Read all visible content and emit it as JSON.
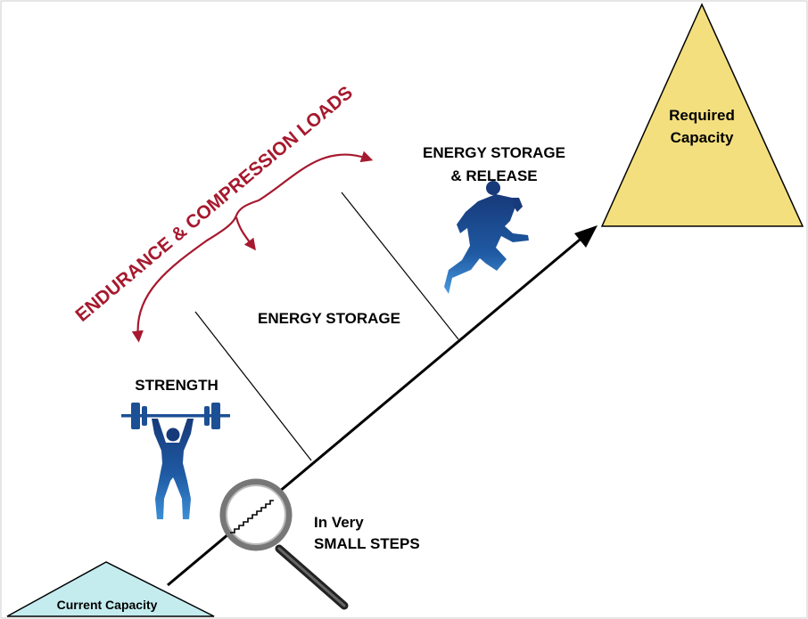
{
  "labels": {
    "required_capacity_line1": "Required",
    "required_capacity_line2": "Capacity",
    "current_capacity": "Current Capacity",
    "energy_storage_release_line1": "ENERGY STORAGE",
    "energy_storage_release_line2": "& RELEASE",
    "energy_storage": "ENERGY STORAGE",
    "strength": "STRENGTH",
    "small_steps_line1": "In Very",
    "small_steps_line2": "SMALL STEPS",
    "endurance_compression": "ENDURANCE & COMPRESSION LOADS"
  },
  "colors": {
    "required_fill": "#f3df7e",
    "current_fill": "#c4ecef",
    "accent_red": "#a6192e",
    "figure_blue": "#1d4f95",
    "ink": "#000000"
  },
  "icons": {
    "weightlifter": "weightlifter-icon",
    "runner": "runner-icon",
    "magnifier": "magnifying-glass-icon"
  }
}
